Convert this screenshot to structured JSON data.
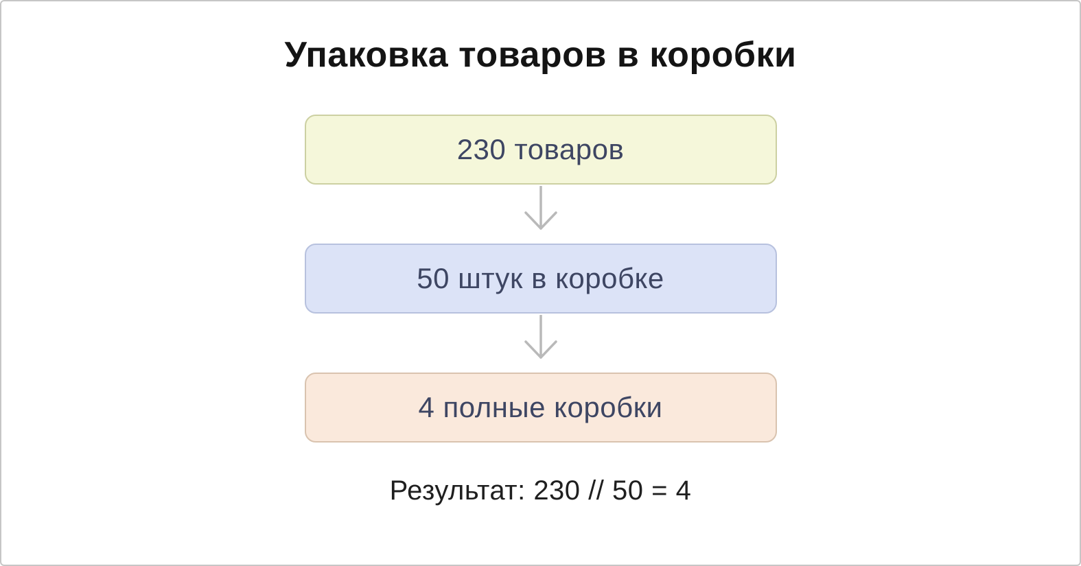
{
  "title": "Упаковка товаров в коробки",
  "flow": {
    "steps": [
      {
        "label": "230 товаров",
        "fill": "#f5f7da",
        "border": "#ccd0a2"
      },
      {
        "label": "50 штук в коробке",
        "fill": "#dce3f7",
        "border": "#b7c1de"
      },
      {
        "label": "4 полные коробки",
        "fill": "#fae9dc",
        "border": "#d9c3af"
      }
    ],
    "arrow_color": "#b9b9b9",
    "operation": {
      "total": 230,
      "per_box": 50,
      "full_boxes": 4,
      "operator": "//"
    }
  },
  "result": "Результат: 230 // 50 = 4",
  "colors": {
    "canvas_background": "#ffffff",
    "canvas_border": "#c6c6c6",
    "title_text": "#141414",
    "step_text": "#3e4663",
    "result_text": "#1f1f1f"
  }
}
